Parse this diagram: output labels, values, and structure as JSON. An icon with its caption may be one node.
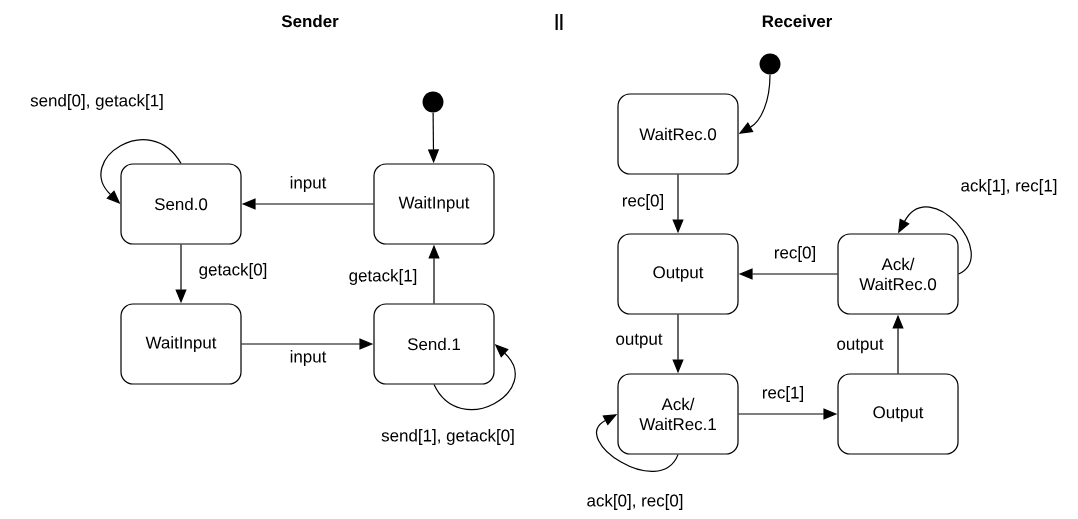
{
  "diagram": {
    "nodes": [
      {
        "text": [],
        "shape": "circle"
      },
      {
        "text": [
          "WaitInput"
        ]
      },
      {
        "text": [
          "Send.0"
        ]
      },
      {
        "text": [
          "WaitInput"
        ]
      },
      {
        "text": [
          "Send.1"
        ]
      },
      {
        "text": [],
        "shape": "circle"
      },
      {
        "text": [
          "WaitRec.0"
        ]
      },
      {
        "text": [
          "Output"
        ]
      },
      {
        "text": [
          "Ack/ WaitRec.0"
        ]
      },
      {
        "text": [
          "Ack/ WaitRec.1"
        ]
      },
      {
        "text": [
          "Output"
        ]
      }
    ],
    "edges": [
      {
        "from": 0,
        "to": 1,
        "arrow": "to"
      },
      {
        "from": 1,
        "to": 2,
        "arrow": "to",
        "label": "input"
      },
      {
        "from": 2,
        "to": 2,
        "arrow": "to",
        "label": "send[0], getack[1]"
      },
      {
        "from": 2,
        "to": 3,
        "arrow": "to",
        "label": "getack[0]"
      },
      {
        "from": 3,
        "to": 4,
        "arrow": "to",
        "label": "input"
      },
      {
        "from": 4,
        "to": 1,
        "arrow": "to",
        "label": "getack[1]"
      },
      {
        "from": 4,
        "to": 4,
        "arrow": "to",
        "label": "send[1], getack[0]"
      },
      {
        "from": 5,
        "to": 6,
        "arrow": "to"
      },
      {
        "from": 6,
        "to": 7,
        "arrow": "to",
        "label": "rec[0]"
      },
      {
        "from": 8,
        "to": 7,
        "arrow": "to",
        "label": "rec[0]"
      },
      {
        "from": 8,
        "to": 8,
        "arrow": "to",
        "label": "ack[1], rec[1]"
      },
      {
        "from": 7,
        "to": 9,
        "arrow": "to",
        "label": "output"
      },
      {
        "from": 9,
        "to": 10,
        "arrow": "to",
        "label": "rec[1]"
      },
      {
        "from": 10,
        "to": 8,
        "arrow": "to",
        "label": "output"
      },
      {
        "from": 9,
        "to": 9,
        "arrow": "to",
        "label": "ack[0], rec[0]"
      }
    ],
    "labels": [
      "Sender",
      "||",
      "Receiver"
    ]
  }
}
